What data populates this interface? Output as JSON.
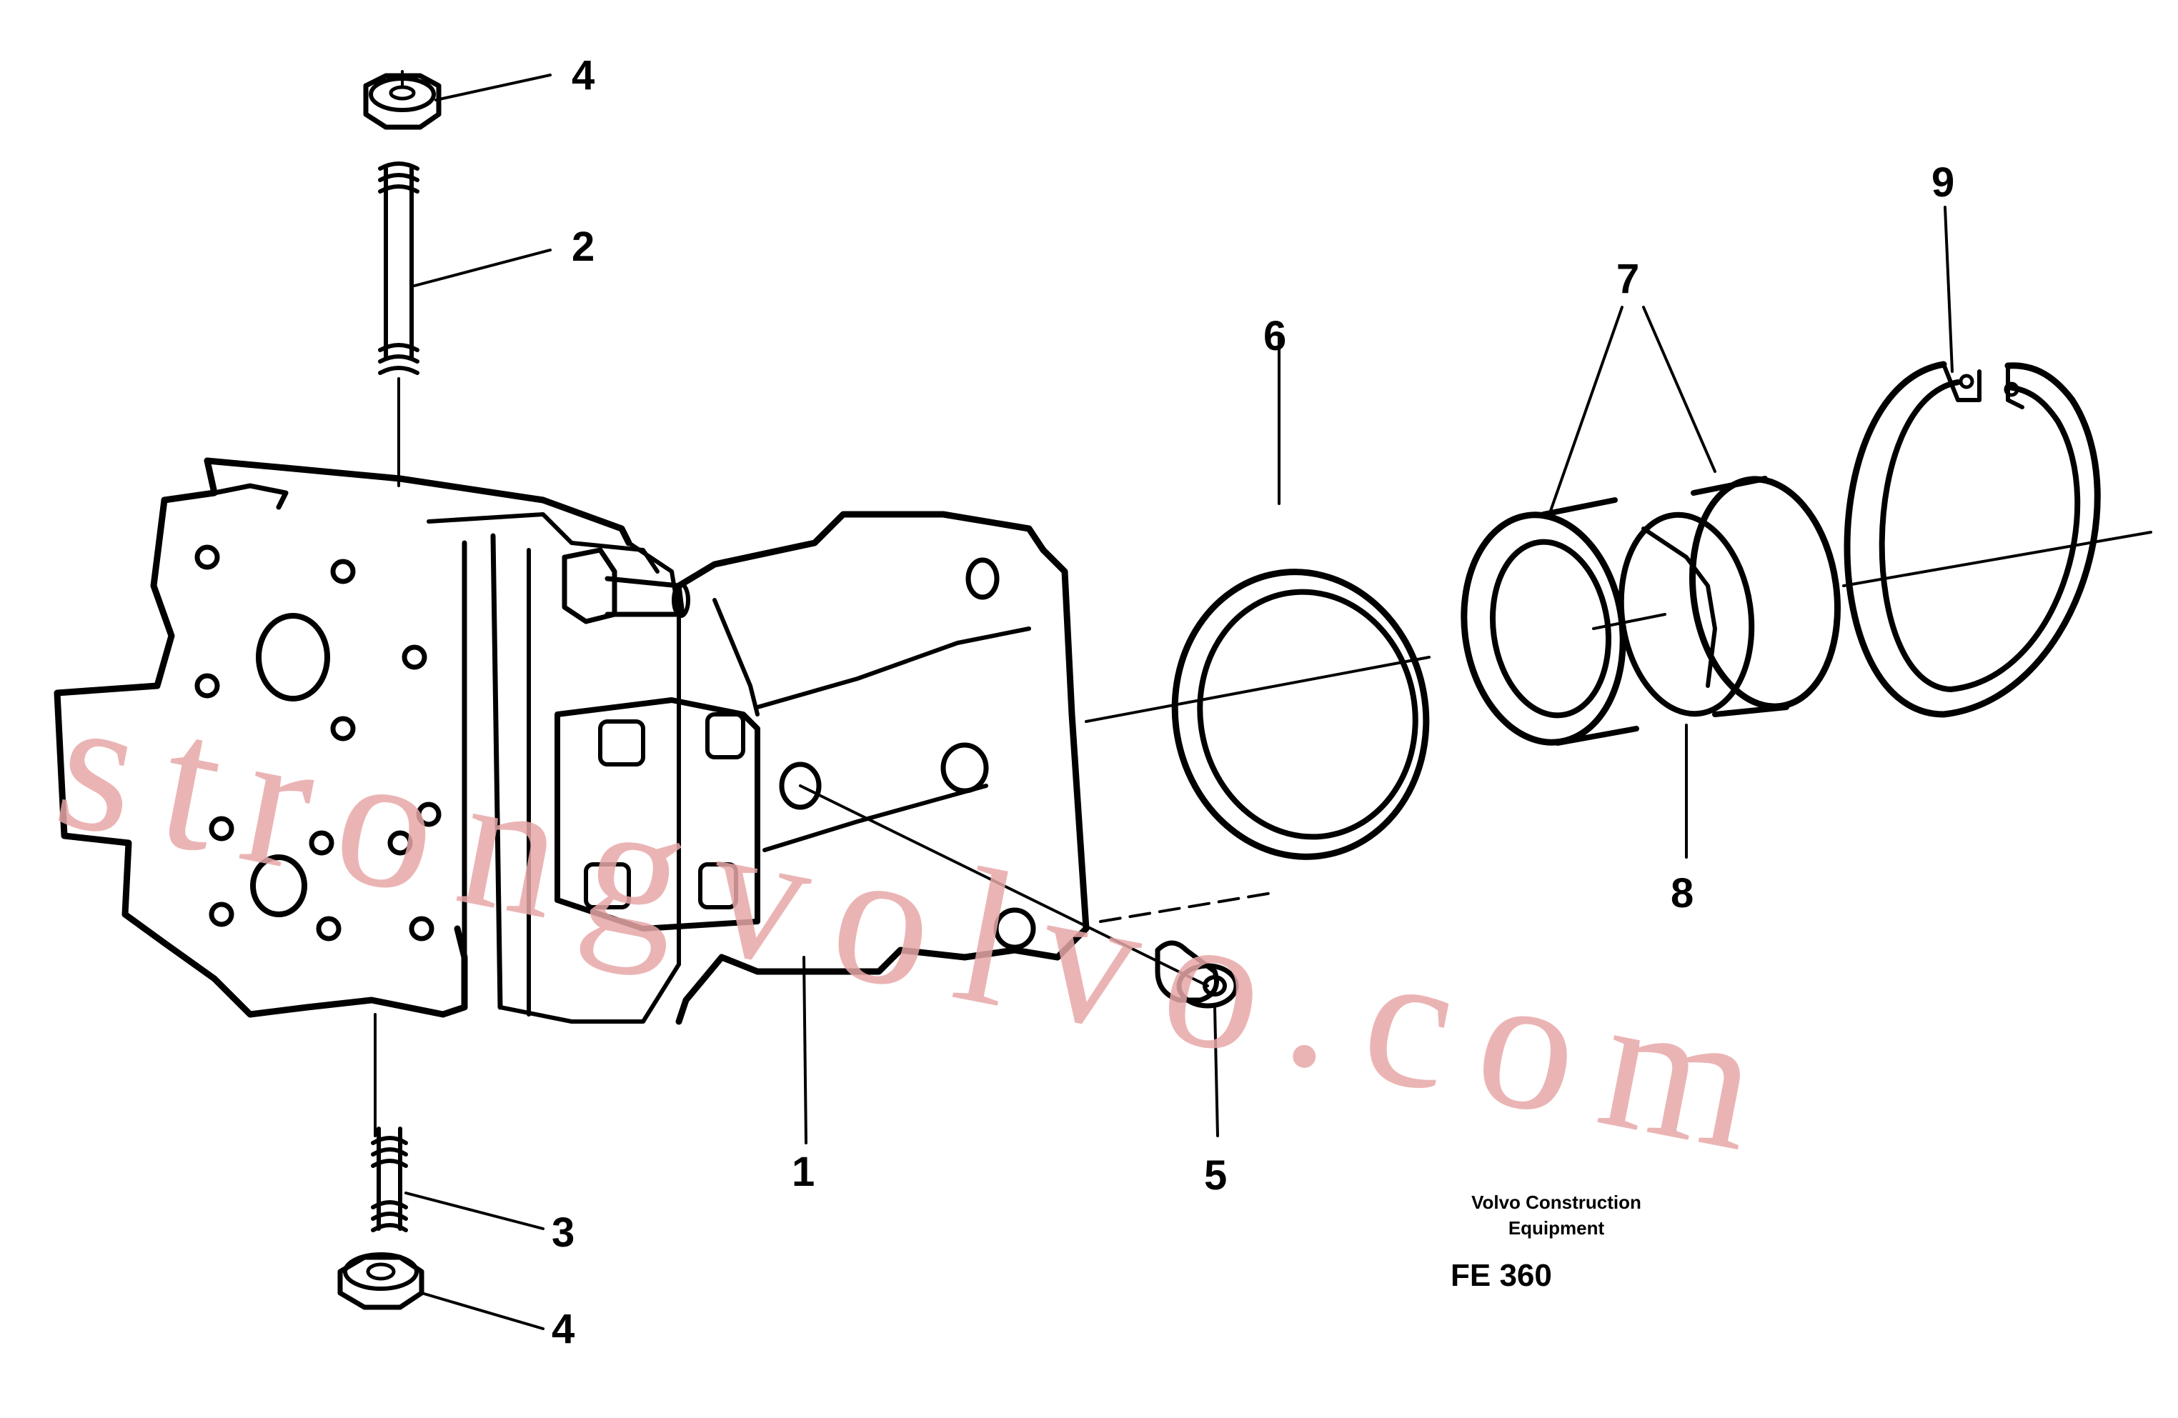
{
  "callouts": [
    {
      "id": "1",
      "label": "1"
    },
    {
      "id": "2",
      "label": "2"
    },
    {
      "id": "3",
      "label": "3"
    },
    {
      "id": "4a",
      "label": "4"
    },
    {
      "id": "4b",
      "label": "4"
    },
    {
      "id": "5",
      "label": "5"
    },
    {
      "id": "6",
      "label": "6"
    },
    {
      "id": "7",
      "label": "7"
    },
    {
      "id": "8",
      "label": "8"
    },
    {
      "id": "9",
      "label": "9"
    }
  ],
  "caption": {
    "line1": "Volvo Construction",
    "line2": "Equipment",
    "code": "FE 360"
  },
  "watermark": "strongvolvo.com"
}
